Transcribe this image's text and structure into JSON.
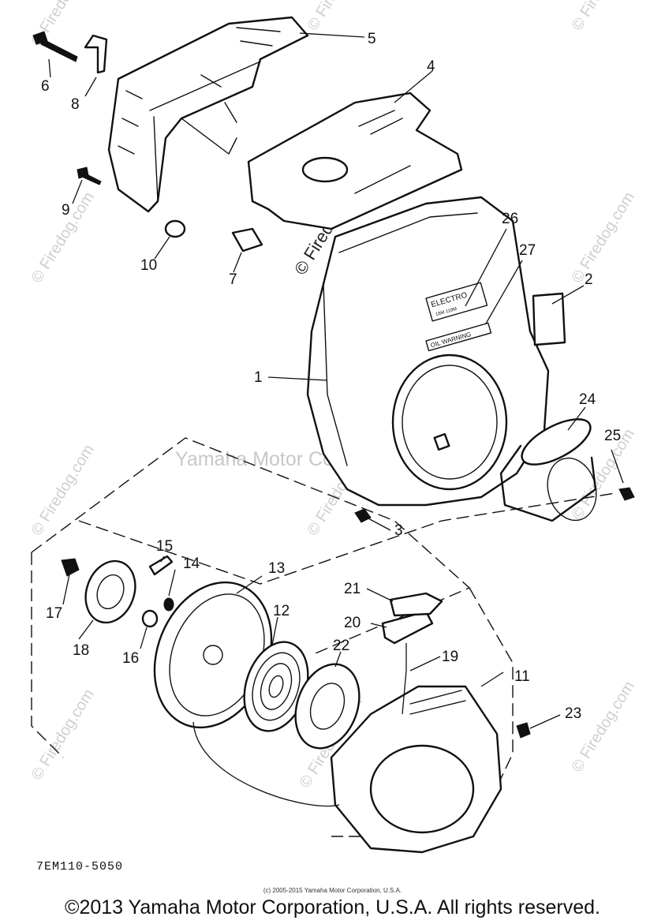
{
  "diagram": {
    "callouts": [
      "1",
      "2",
      "3",
      "4",
      "5",
      "6",
      "7",
      "8",
      "9",
      "10",
      "11",
      "12",
      "13",
      "14",
      "15",
      "16",
      "17",
      "18",
      "19",
      "20",
      "21",
      "22",
      "23",
      "24",
      "25",
      "26",
      "27"
    ],
    "part_code": "7EM110-5050",
    "decal_text": {
      "electro": "ELECTRO",
      "electro_sub": "18M 118M",
      "warning": "OIL WARNING"
    }
  },
  "watermarks": {
    "center": "Yamaha Motor Corp. U.S.A.",
    "tile": "© Firedog.com",
    "small_credit": "(c) 2005-2015 Yamaha Motor Corporation, U.S.A."
  },
  "footer": {
    "copyright": "©2013 Yamaha Motor Corporation, U.S.A. All rights reserved."
  }
}
